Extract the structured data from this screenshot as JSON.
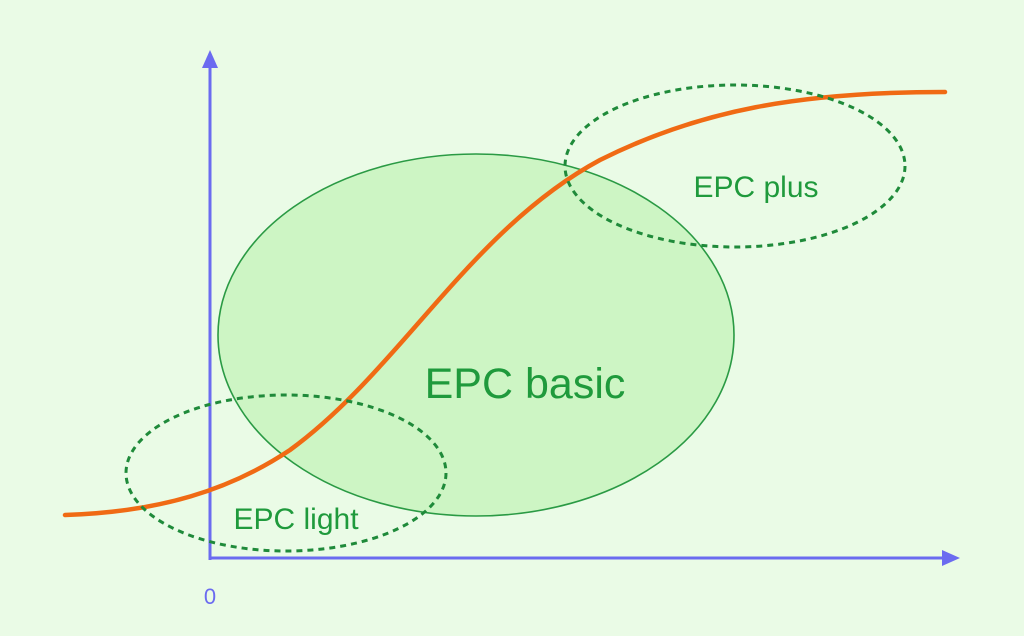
{
  "diagram": {
    "regions": {
      "basic": {
        "label": "EPC basic"
      },
      "light": {
        "label": "EPC light"
      },
      "plus": {
        "label": "EPC plus"
      }
    },
    "axes": {
      "origin_label": "0"
    },
    "colors": {
      "background": "#eafbe6",
      "axis": "#6b6bf0",
      "curve": "#f06a14",
      "region_fill": "#cdf5c4",
      "region_stroke": "#1f9a3c",
      "text": "#1f9a3c"
    }
  }
}
